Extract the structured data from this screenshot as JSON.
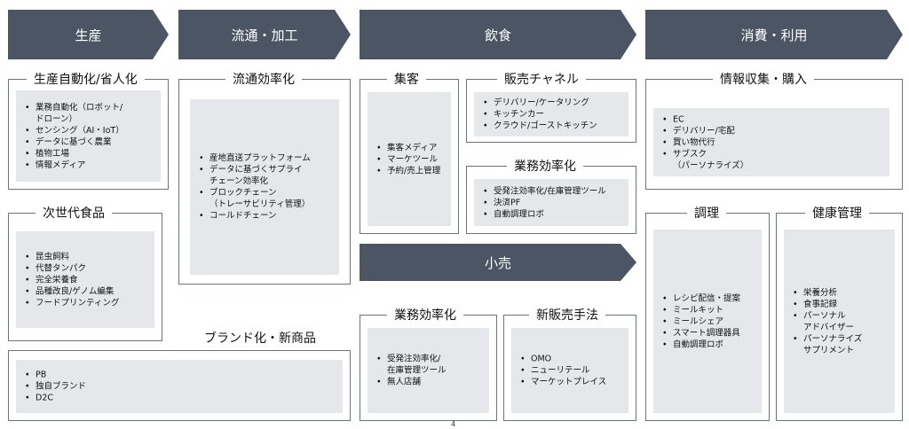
{
  "headers": {
    "seisan": "生産",
    "ryutsu": "流通・加工",
    "inshoku": "飲食",
    "shohi": "消費・利用",
    "kouri": "小売"
  },
  "boxes": {
    "automation": {
      "title": "生産自動化/省人化",
      "items": [
        "業務自動化（ロボット/\nドローン）",
        "センシング（AI・IoT）",
        "データに基づく農業",
        "植物工場",
        "情報メディア"
      ]
    },
    "nextgen": {
      "title": "次世代食品",
      "items": [
        "昆虫飼料",
        "代替タンパク",
        "完全栄養食",
        "品種改良/ゲノム編集",
        "フードプリンティング"
      ]
    },
    "brand": {
      "title": "ブランド化・新商品",
      "items": [
        "PB",
        "独自ブランド",
        "D2C"
      ]
    },
    "distribution": {
      "title": "流通効率化",
      "items": [
        "産地直送プラットフォーム",
        "データに基づくサプライ\nチェーン効率化",
        "ブロックチェーン\n（トレーサビリティ管理）",
        "コールドチェーン"
      ]
    },
    "attract": {
      "title": "集客",
      "items": [
        "集客メディア",
        "マーケツール",
        "予約/売上管理"
      ]
    },
    "sales_channel": {
      "title": "販売チャネル",
      "items": [
        "デリバリー/ケータリング",
        "キッチンカー",
        "クラウド/ゴーストキッチン"
      ]
    },
    "food_ops": {
      "title": "業務効率化",
      "items": [
        "受発注効率化/在庫管理ツール",
        "決済PF",
        "自動調理ロボ"
      ]
    },
    "retail_ops": {
      "title": "業務効率化",
      "items": [
        "受発注効率化/\n在庫管理ツール",
        "無人店舗"
      ]
    },
    "retail_new": {
      "title": "新販売手法",
      "items": [
        "OMO",
        "ニューリテール",
        "マーケットプレイス"
      ]
    },
    "info": {
      "title": "情報収集・購入",
      "items": [
        "EC",
        "デリバリー/宅配",
        "買い物代行",
        "サブスク\n（パーソナライズ）"
      ]
    },
    "cooking": {
      "title": "調理",
      "items": [
        "レシピ配信・提案",
        "ミールキット",
        "ミールシェア",
        "スマート調理器具",
        "自動調理ロボ"
      ]
    },
    "health": {
      "title": "健康管理",
      "items": [
        "栄養分析",
        "食事記録",
        "パーソナル\nアドバイザー",
        "パーソナライズ\nサプリメント"
      ]
    }
  },
  "page_number": "4"
}
